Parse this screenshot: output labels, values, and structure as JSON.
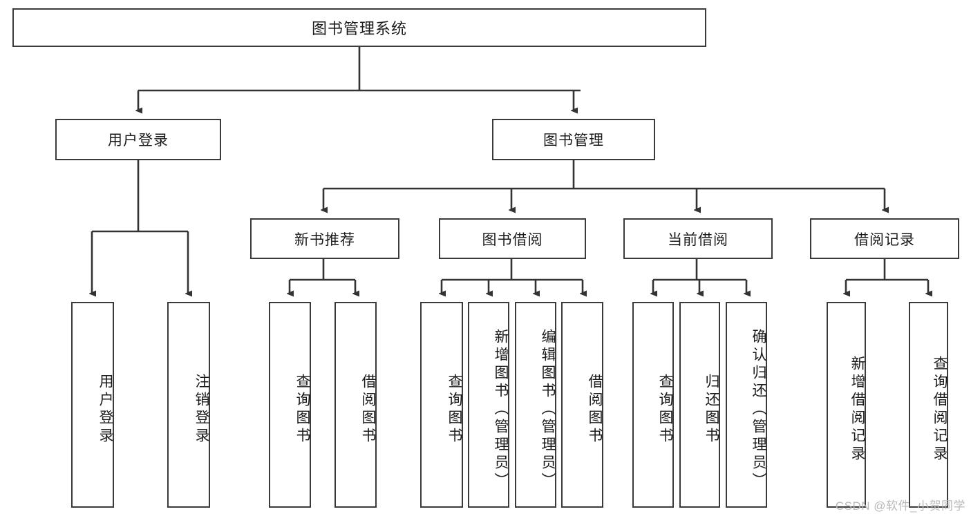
{
  "diagram": {
    "title": "图书管理系统",
    "type": "hierarchy-tree",
    "root": {
      "label": "图书管理系统",
      "children": [
        {
          "label": "用户登录",
          "children": [
            {
              "label": "用户登录"
            },
            {
              "label": "注销登录"
            }
          ]
        },
        {
          "label": "图书管理",
          "children": [
            {
              "label": "新书推荐",
              "children": [
                {
                  "label": "查询图书"
                },
                {
                  "label": "借阅图书"
                }
              ]
            },
            {
              "label": "图书借阅",
              "children": [
                {
                  "label": "查询图书"
                },
                {
                  "label": "新增图书（管理员）"
                },
                {
                  "label": "编辑图书（管理员）"
                },
                {
                  "label": "借阅图书"
                }
              ]
            },
            {
              "label": "当前借阅",
              "children": [
                {
                  "label": "查询图书"
                },
                {
                  "label": "归还图书"
                },
                {
                  "label": "确认归还（管理员）"
                }
              ]
            },
            {
              "label": "借阅记录",
              "children": [
                {
                  "label": "新增借阅记录"
                },
                {
                  "label": "查询借阅记录"
                }
              ]
            }
          ]
        }
      ]
    }
  },
  "colors": {
    "box_border": "#3a3a3a",
    "box_fill": "#ffffff",
    "edge": "#333333",
    "text": "#1a1a1a",
    "watermark": "#b9b9b9"
  },
  "watermark": "CSDN @软件_小贺同学"
}
